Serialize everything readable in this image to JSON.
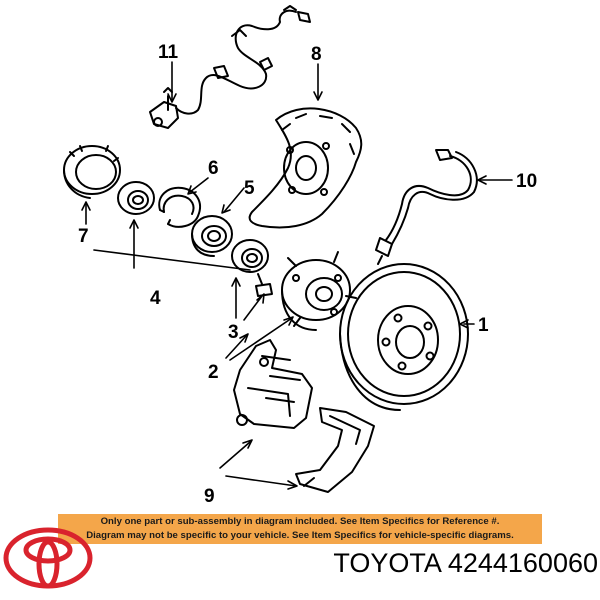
{
  "callouts": [
    {
      "id": "1",
      "text": "1"
    },
    {
      "id": "2",
      "text": "2"
    },
    {
      "id": "3",
      "text": "3"
    },
    {
      "id": "4",
      "text": "4"
    },
    {
      "id": "5",
      "text": "5"
    },
    {
      "id": "6",
      "text": "6"
    },
    {
      "id": "7",
      "text": "7"
    },
    {
      "id": "8",
      "text": "8"
    },
    {
      "id": "9",
      "text": "9"
    },
    {
      "id": "10",
      "text": "10"
    },
    {
      "id": "11",
      "text": "11"
    }
  ],
  "notice": {
    "line1": "Only one part or sub-assembly in diagram included. See Item Specifics for Reference #.",
    "line2": "Diagram may not be specific to your vehicle. See Item Specifics for vehicle-specific diagrams.",
    "background": "#f4a64a"
  },
  "brand": {
    "logo_icon": "toyota-logo-icon",
    "logo_color": "#d9232d",
    "part_label": "TOYOTA 4244160060"
  }
}
